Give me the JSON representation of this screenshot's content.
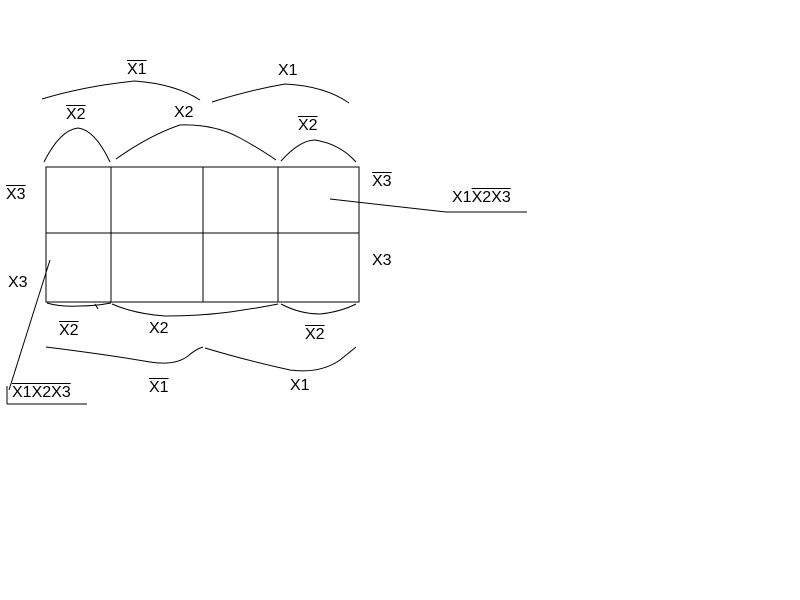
{
  "colors": {
    "background": "#ffffff",
    "ink": "#000000"
  },
  "map": {
    "rows": 2,
    "cols": 4
  },
  "labels": {
    "top": {
      "x1_not": "X1",
      "x1": "X1",
      "x2_not_left": "X2",
      "x2": "X2",
      "x2_not_right": "X2"
    },
    "left": {
      "x3_not": "X3",
      "x3": "X3"
    },
    "right": {
      "x3_not": "X3",
      "x3": "X3"
    },
    "bottom": {
      "x2_not_left": "X2",
      "x2": "X2",
      "x2_not_right": "X2",
      "x1_not": "X1",
      "x1": "X1"
    },
    "callout_right": {
      "plain": "X1",
      "negated": "X2X3"
    },
    "callout_left": {
      "text": "X1X2X3"
    }
  }
}
